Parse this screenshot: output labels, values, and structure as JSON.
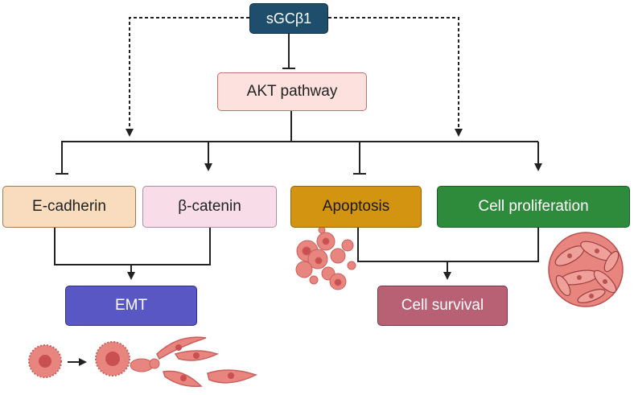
{
  "nodes": {
    "sgc": "sGCβ1",
    "akt": "AKT pathway",
    "ecadherin": "E-cadherin",
    "bcatenin": "β-catenin",
    "apoptosis": "Apoptosis",
    "proliferation": "Cell proliferation",
    "emt": "EMT",
    "survival": "Cell survival"
  },
  "edges": [
    {
      "from": "sGCβ1",
      "to": "AKT pathway",
      "type": "inhibition",
      "style": "solid"
    },
    {
      "from": "sGCβ1",
      "to": "β-catenin",
      "type": "activation",
      "style": "dashed"
    },
    {
      "from": "sGCβ1",
      "to": "Cell proliferation",
      "type": "activation",
      "style": "dashed"
    },
    {
      "from": "AKT pathway",
      "to": "E-cadherin",
      "type": "inhibition",
      "style": "solid"
    },
    {
      "from": "AKT pathway",
      "to": "β-catenin",
      "type": "activation",
      "style": "solid"
    },
    {
      "from": "AKT pathway",
      "to": "Apoptosis",
      "type": "inhibition",
      "style": "solid"
    },
    {
      "from": "AKT pathway",
      "to": "Cell proliferation",
      "type": "activation",
      "style": "solid"
    },
    {
      "from": "E-cadherin",
      "to": "EMT",
      "type": "activation",
      "style": "solid"
    },
    {
      "from": "β-catenin",
      "to": "EMT",
      "type": "activation",
      "style": "solid"
    },
    {
      "from": "Apoptosis",
      "to": "Cell survival",
      "type": "activation",
      "style": "solid"
    },
    {
      "from": "Cell proliferation",
      "to": "Cell survival",
      "type": "activation",
      "style": "solid"
    }
  ],
  "illustrations": [
    "apoptotic-cells-icon",
    "proliferating-cells-icon",
    "emt-transition-icon"
  ],
  "colors": {
    "sgc": "#1f4e6d",
    "akt": "#fde1de",
    "ecadherin": "#f8dcbd",
    "bcatenin": "#f8dde9",
    "apoptosis": "#d39411",
    "proliferation": "#2e8b3b",
    "emt": "#5857c4",
    "survival": "#b86074",
    "cell_fill": "#e8857f",
    "cell_nucleus": "#c94f50",
    "line": "#222222"
  }
}
